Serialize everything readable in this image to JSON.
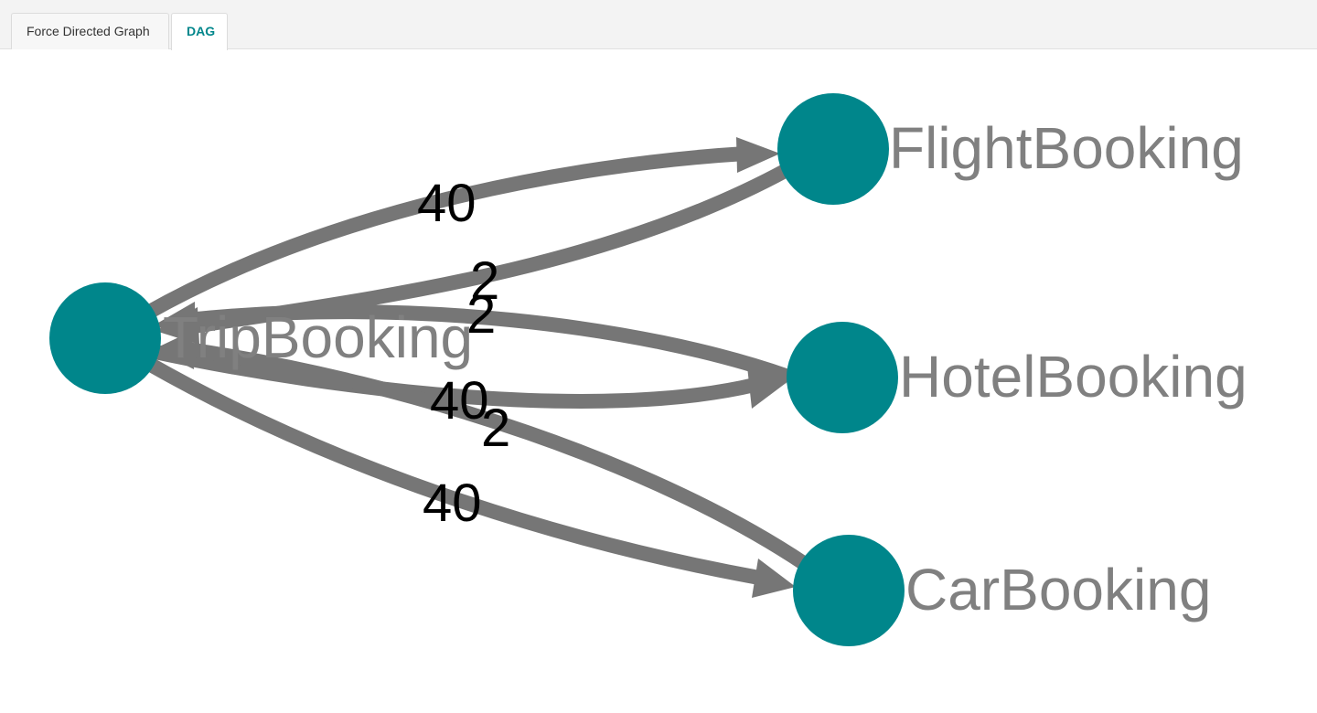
{
  "tabs": [
    {
      "label": "Force Directed Graph",
      "active": false
    },
    {
      "label": "DAG",
      "active": true
    }
  ],
  "colors": {
    "node_fill": "#00868b",
    "edge_stroke": "#767676",
    "node_label": "#808080",
    "edge_label": "#000000",
    "tab_active": "#00868b"
  },
  "graph": {
    "nodes": [
      {
        "id": "TripBooking",
        "label": "TripBooking"
      },
      {
        "id": "FlightBooking",
        "label": "FlightBooking"
      },
      {
        "id": "HotelBooking",
        "label": "HotelBooking"
      },
      {
        "id": "CarBooking",
        "label": "CarBooking"
      }
    ],
    "edges": [
      {
        "from": "TripBooking",
        "to": "FlightBooking",
        "label": "40"
      },
      {
        "from": "FlightBooking",
        "to": "TripBooking",
        "label": "2"
      },
      {
        "from": "TripBooking",
        "to": "HotelBooking",
        "label": "40"
      },
      {
        "from": "HotelBooking",
        "to": "TripBooking",
        "label": "2"
      },
      {
        "from": "TripBooking",
        "to": "CarBooking",
        "label": "40"
      },
      {
        "from": "CarBooking",
        "to": "TripBooking",
        "label": "2"
      }
    ]
  }
}
